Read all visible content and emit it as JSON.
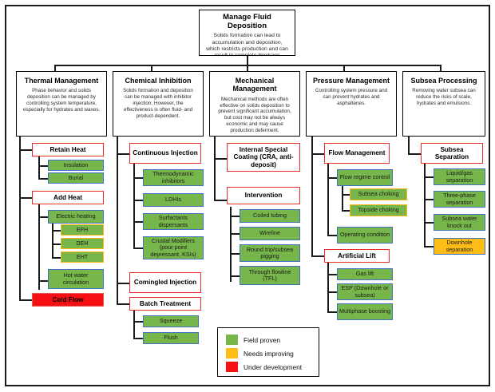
{
  "diagram": {
    "title": "Manage Fluid Deposition",
    "root": {
      "title": "Manage Fluid Deposition",
      "description": "Solids formation can lead to accumulation and deposition, which restricts production and can result in complete blockage"
    },
    "colors": {
      "field_proven": "#76b64a",
      "needs_improving": "#ffbd18",
      "under_development": "#f60f13",
      "header_border": "#ee2b27",
      "leaf_border": "#4472c4",
      "line": "#1a1a1a"
    },
    "categories": [
      {
        "title": "Thermal Management",
        "description": "Phase behavior and solids deposition can be managed by controlling system temperature, especially for hydrates and waxes."
      },
      {
        "title": "Chemical Inhibition",
        "description": "Solids formation and deposition can be managed with inhibitor injection. However, the effectiveness is often fluid- and product-dependent."
      },
      {
        "title": "Mechanical Management",
        "description": "Mechanical methods are often effective on solids deposition to prevent significant accumulation, but cost may not be always economic and may cause production deferment."
      },
      {
        "title": "Pressure Management",
        "description": "Controlling system pressure and can prevent hydrates and asphaltenes."
      },
      {
        "title": "Subsea Processing",
        "description": "Removing water subsea can reduce the risks of scale, hydrates and emulsions."
      }
    ],
    "nodes": {
      "retain_heat": "Retain Heat",
      "insulation": "Insulation",
      "burial": "Burial",
      "add_heat": "Add Heat",
      "electric_heating": "Electric heating",
      "efh": "EFH",
      "deh": "DEH",
      "eht": "EHT",
      "hot_water_circulation": "Hot water circulation",
      "cold_flow": "Cold Flow",
      "continuous_injection": "Continuous Injection",
      "thermodynamic_inhibitors": "Thermodynamic inhibitors",
      "ldhis": "LDHIs",
      "surfactants_dispersants": "Surfactants dispersants",
      "crustal_modifiers": "Crustal Modifiers (pour point depressant, KSIs)",
      "comingled_injection": "Comingled Injection",
      "batch_treatment": "Batch Treatment",
      "squeeze": "Squeeze",
      "flush": "Flush",
      "internal_special_coating": "Internal Special Coating (CRA, anti-deposit)",
      "intervention": "Intervention",
      "coiled_tubing": "Coiled tubing",
      "wireline": "Wireline",
      "round_trip_subsea_pigging": "Round trip/subsea pigging",
      "through_flowline_tfl": "Through flowline (TFL)",
      "flow_management": "Flow Management",
      "flow_regime_control": "Flow regime control",
      "subsea_choking": "Subsea choking",
      "topside_choking": "Topside choking",
      "operating_condition": "Operating condition",
      "artificial_lift": "Artificial Lift",
      "gas_lift": "Gas lift",
      "esp_downhole_or_subsea": "ESP (Downhole or subsea)",
      "multiphase_boosting": "Multiphase boosting",
      "subsea_separation": "Subsea Separation",
      "liquid_gas_separation": "Liquid/gas separation",
      "three_phase_separation": "Three-phase separation",
      "subsea_water_knock_out": "Subsea water knock out",
      "downhole_separation": "Downhole separation"
    },
    "legend": {
      "items": [
        {
          "label": "Field proven",
          "color": "#76b64a"
        },
        {
          "label": "Needs improving",
          "color": "#ffbd18"
        },
        {
          "label": "Under development",
          "color": "#f60f13"
        }
      ]
    }
  }
}
